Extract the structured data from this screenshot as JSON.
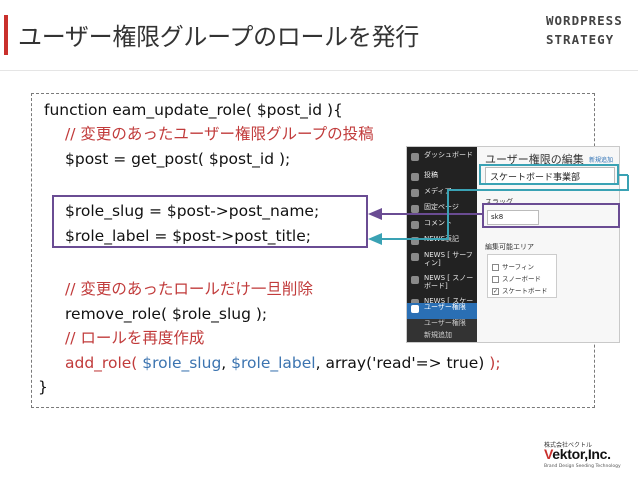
{
  "slide": {
    "title": "ユーザー権限グループのロールを発行"
  },
  "header_logo": {
    "line1": "WORDPRESS",
    "line2": "STRATEGY"
  },
  "code": {
    "lines": [
      "function eam_update_role( $post_id ){",
      "// 変更のあったユーザー権限グループの投稿",
      "$post = get_post( $post_id );",
      "",
      "$role_slug = $post->post_name;",
      "$role_label = $post->post_title;",
      "",
      "// 変更のあったロールだけ一旦削除",
      "remove_role( $role_slug );",
      "// ロールを再度作成",
      "add_role(  $role_slug ,  $role_label , array('read'=> true)  );",
      "}"
    ],
    "add_role": {
      "fn": "add_role( ",
      "arg1": "$role_slug",
      "sep1": ", ",
      "arg2": "$role_label",
      "sep2": ", array('read'=> true) ",
      "close": ");"
    }
  },
  "wp_admin": {
    "menu": [
      {
        "label": "ダッシュボード",
        "icon": "dashboard-icon"
      },
      {
        "label": "投稿",
        "icon": "pin-icon"
      },
      {
        "label": "メディア",
        "icon": "media-icon"
      },
      {
        "label": "固定ページ",
        "icon": "page-icon"
      },
      {
        "label": "コメント",
        "icon": "comment-icon"
      },
      {
        "label": "NEWS表記",
        "icon": "news-icon"
      },
      {
        "label": "NEWS [ サーフィン]",
        "icon": "pin-icon"
      },
      {
        "label": "NEWS [ スノーボード]",
        "icon": "pin-icon"
      },
      {
        "label": "NEWS [ スケートボード]",
        "icon": "pin-icon"
      },
      {
        "label": "ユーザー権限",
        "icon": "gear-icon"
      },
      {
        "label": "ユーザー権限",
        "icon": ""
      },
      {
        "label": "新規追加",
        "icon": ""
      }
    ],
    "heading": "ユーザー権限の編集",
    "heading_link": "新規追加",
    "title_value": "スケートボード事業部",
    "slug_label": "スラッグ",
    "slug_value": "sk8",
    "box_label": "編集可能エリア",
    "checkboxes": [
      {
        "label": "サーフィン",
        "checked": false
      },
      {
        "label": "スノーボード",
        "checked": false
      },
      {
        "label": "スケートボード",
        "checked": true
      }
    ]
  },
  "footer_logo": {
    "sub": "株式会社ベクトル",
    "name_v": "V",
    "name_rest": "ektor,Inc.",
    "tagline": "Brand Design Seeding Technology"
  },
  "colors": {
    "accent_red": "#c9302c",
    "comment_red": "#c13b3b",
    "variable_blue": "#3c74b0",
    "highlight_purple": "#6a4c93",
    "highlight_cyan": "#3aa2b4"
  }
}
